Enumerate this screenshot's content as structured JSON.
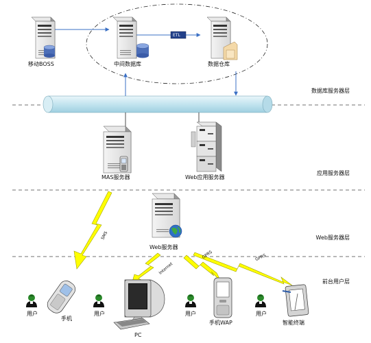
{
  "layers": {
    "database": "数据库服务器层",
    "application": "应用服务器层",
    "web": "Web服务器层",
    "client": "前台用户层"
  },
  "servers": {
    "mobile_boss": "移动BOSS",
    "intermediate_db": "中间数据库",
    "data_warehouse": "数据仓库",
    "mas_server": "MAS服务器",
    "web_app_server": "Web应用服务器",
    "web_server": "Web服务器"
  },
  "links": {
    "etl": "ETL",
    "sms": "SMS",
    "internet": "Internet",
    "gprs_1": "GPRS",
    "gprs_2": "GPRS"
  },
  "clients": {
    "user_1": "用户",
    "device_1": "手机",
    "user_2": "用户",
    "device_2": "PC",
    "user_3": "用户",
    "device_3": "手机WAP",
    "user_4": "用户",
    "device_4": "智能终端"
  },
  "colors": {
    "arrow": "#3a6fc4",
    "pipe": "#c9e8f2",
    "lightning": "#ffff00",
    "person_head": "#2a8a2a",
    "dashed_line": "#444444"
  }
}
